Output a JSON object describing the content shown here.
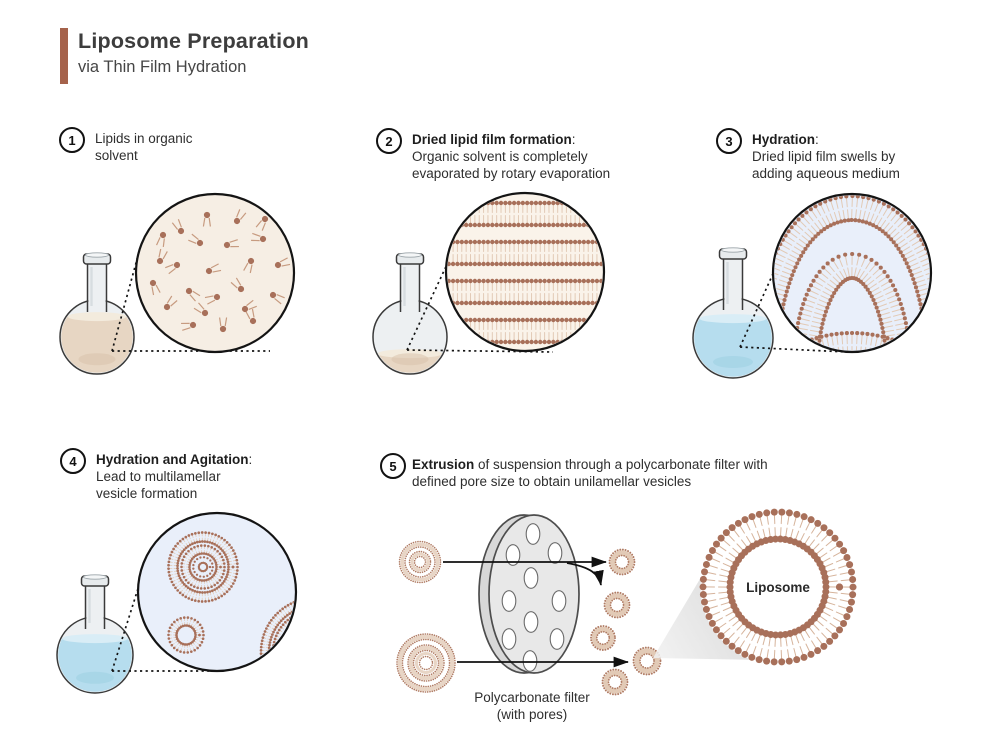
{
  "title": {
    "heading": "Liposome Preparation",
    "subheading": "via Thin Film Hydration"
  },
  "steps": [
    {
      "number": "1",
      "lines": [
        [
          {
            "t": "Lipids in organic"
          }
        ],
        [
          {
            "t": "solvent"
          }
        ]
      ]
    },
    {
      "number": "2",
      "lines": [
        [
          {
            "t": "Dried lipid film formation",
            "b": true
          },
          {
            "t": ":"
          }
        ],
        [
          {
            "t": "Organic solvent is completely"
          }
        ],
        [
          {
            "t": "evaporated by rotary evaporation"
          }
        ]
      ]
    },
    {
      "number": "3",
      "lines": [
        [
          {
            "t": "Hydration",
            "b": true
          },
          {
            "t": ":"
          }
        ],
        [
          {
            "t": "Dried lipid film swells by"
          }
        ],
        [
          {
            "t": "adding aqueous medium"
          }
        ]
      ]
    },
    {
      "number": "4",
      "lines": [
        [
          {
            "t": "Hydration and Agitation",
            "b": true
          },
          {
            "t": ":"
          }
        ],
        [
          {
            "t": "Lead to multilamellar"
          }
        ],
        [
          {
            "t": "vesicle formation"
          }
        ]
      ]
    },
    {
      "number": "5",
      "lines": [
        [
          {
            "t": "Extrusion",
            "b": true
          },
          {
            "t": " of suspension through a polycarbonate filter with"
          }
        ],
        [
          {
            "t": "defined pore size to obtain unilamellar vesicles"
          }
        ]
      ]
    }
  ],
  "filter_caption": {
    "line1": "Polycarbonate filter",
    "line2": "(with pores)"
  },
  "liposome_label": "Liposome",
  "colors": {
    "accent_bar": "#a5624b",
    "heading_text": "#3d3d3d",
    "body_text": "#2e2e2e",
    "lipid_head": "#a8705a",
    "lipid_head_soft": "#b07c64",
    "lipid_tail": "#e2cab6",
    "lipid_tail_dark": "#c79b80",
    "organic_bg": "#f6eee4",
    "aqueous_bg": "#e9effa",
    "flask_glass": "#edf0f2",
    "flask_outline": "#3a3a3a",
    "organic_liquid": "#e7d6c3",
    "organic_surface": "#f3ebdd",
    "organic_shadow": "#d9c3ab",
    "aqueous_liquid": "#b6ddee",
    "aqueous_surface": "#d9edf6",
    "aqueous_shadow": "#9ccfe2",
    "filter_fill": "#e8e8e8",
    "filter_rim": "#d8d8d8",
    "filter_outline": "#4d4d4d",
    "line_dark": "#141414"
  }
}
